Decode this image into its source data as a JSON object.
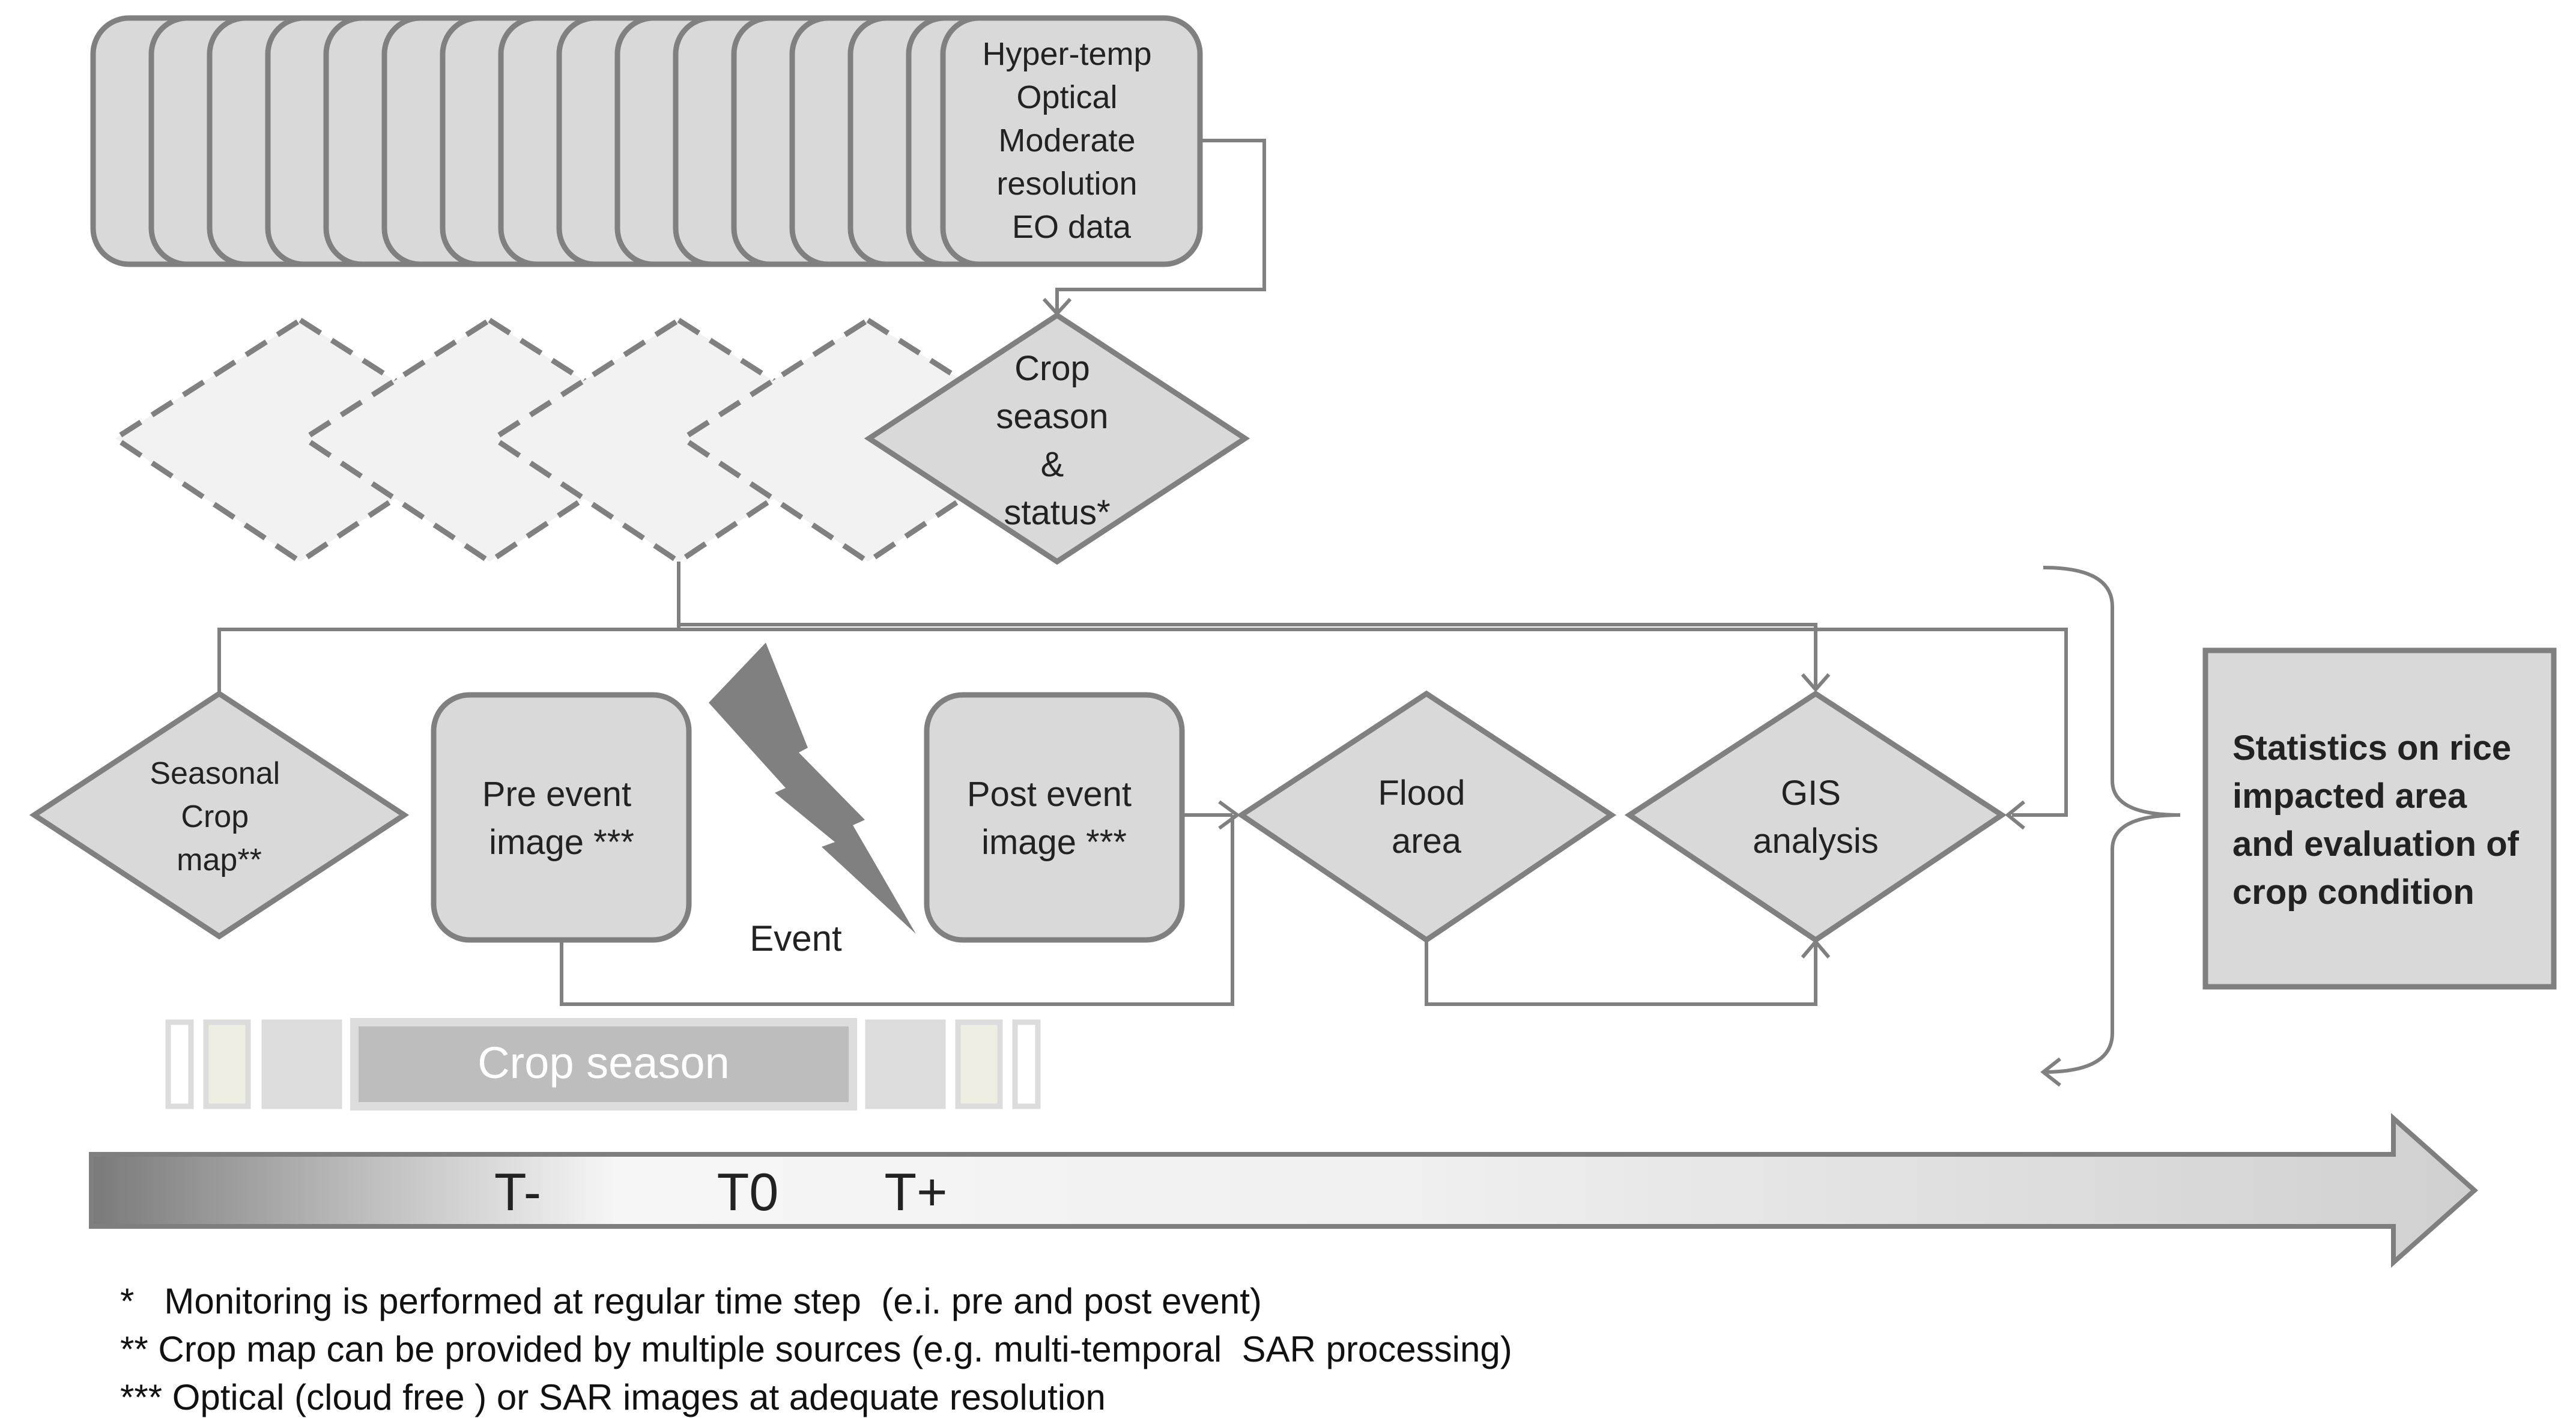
{
  "colors": {
    "box_fill": "#d9d9d9",
    "box_stroke": "#808080",
    "ghost_fill": "#f2f2f2",
    "arrow_dark": "#7f7f7f",
    "lightning": "#808080"
  },
  "icons": {
    "event_symbol": "lightning-bolt-icon"
  },
  "nodes": {
    "eo_data": {
      "lines": [
        "Hyper-temp",
        "Optical",
        "Moderate",
        "resolution",
        "EO data"
      ]
    },
    "crop_season_status": {
      "lines": [
        "Crop",
        "season",
        "&",
        "status*"
      ]
    },
    "seasonal_crop_map": {
      "lines": [
        "Seasonal",
        "Crop",
        "map**"
      ]
    },
    "pre_event_image": {
      "lines": [
        "Pre event",
        "image ***"
      ]
    },
    "event": {
      "label": "Event"
    },
    "post_event_image": {
      "lines": [
        "Post event",
        "image ***"
      ]
    },
    "flood_area": {
      "lines": [
        "Flood",
        "area"
      ]
    },
    "gis_analysis": {
      "lines": [
        "GIS",
        "analysis"
      ]
    },
    "statistics": {
      "lines": [
        "Statistics on rice",
        "impacted area",
        "and evaluation of",
        "crop condition"
      ]
    }
  },
  "crop_season_bar": {
    "label": "Crop season"
  },
  "timeline": {
    "t_minus": "T-",
    "t_zero": "T0",
    "t_plus": "T+"
  },
  "footnotes": [
    "*   Monitoring is performed at regular time step  (e.i. pre and post event)",
    "** Crop map can be provided by multiple sources (e.g. multi-temporal  SAR processing)",
    "*** Optical (cloud free ) or SAR images at adequate resolution"
  ]
}
